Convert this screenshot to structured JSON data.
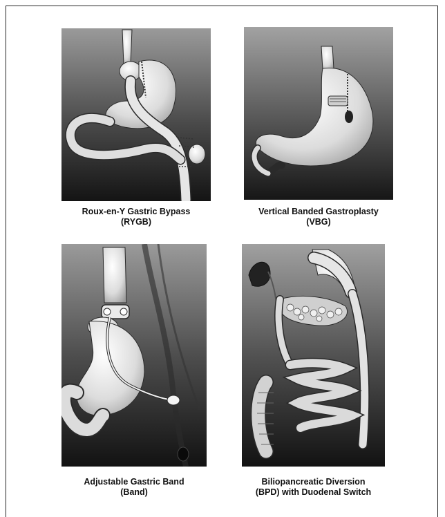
{
  "panels": [
    {
      "id": "rygb",
      "caption_line1": "Roux-en-Y Gastric Bypass",
      "caption_line2": "(RYGB)"
    },
    {
      "id": "vbg",
      "caption_line1": "Vertical Banded Gastroplasty",
      "caption_line2": "(VBG)"
    },
    {
      "id": "band",
      "caption_line1": "Adjustable Gastric Band",
      "caption_line2": "(Band)"
    },
    {
      "id": "bpd",
      "caption_line1": "Biliopancreatic Diversion",
      "caption_line2": "(BPD) with Duodenal Switch"
    }
  ],
  "colors": {
    "panel_dark": "#1c1c1c",
    "panel_light": "#8a8a8a",
    "organ_light": "#f2f2f2",
    "organ_shade": "#bdbdbd",
    "outline": "#2a2a2a"
  }
}
